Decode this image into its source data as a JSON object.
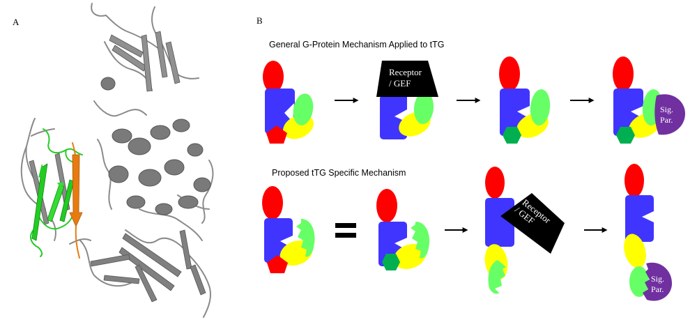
{
  "figure": {
    "panel_a": {
      "label": "A",
      "image_description": "Protein ribbon structure (cartoon) of tTG, mostly grey with a highlighted green region and an orange beta strand"
    },
    "panel_b": {
      "label": "B",
      "rows": [
        {
          "title": "General G-Protein Mechanism Applied to tTG",
          "steps": [
            "resting state (GDP-bound)",
            "receptor/GEF bound",
            "GTP-bound",
            "GTP-bound with signaling partner"
          ],
          "connectors": [
            "arrow",
            "arrow",
            "arrow"
          ]
        },
        {
          "title": "Proposed tTG Specific Mechanism",
          "steps": [
            "resting state (GDP-bound)",
            "GTP-bound closed",
            "receptor/GEF bound open",
            "open with signaling partner"
          ],
          "connectors": [
            "equals",
            "arrow",
            "arrow"
          ]
        }
      ],
      "receptor_label_line1": "Receptor",
      "receptor_label_line2": "/ GEF",
      "signaling_partner_line1": "Sig.",
      "signaling_partner_line2": "Par."
    }
  },
  "colors": {
    "head_domain": "#ff0000",
    "core_domain": "#4035ff",
    "barrel1_domain": "#ffff00",
    "barrel2_domain": "#66ff66",
    "gdp": "#ff0000",
    "gtp": "#00b050",
    "receptor": "#000000",
    "signaling_partner": "#7030a0",
    "protein_grey": "#8a8a8a",
    "highlight_green": "#22cc22",
    "highlight_orange": "#e87b10"
  }
}
